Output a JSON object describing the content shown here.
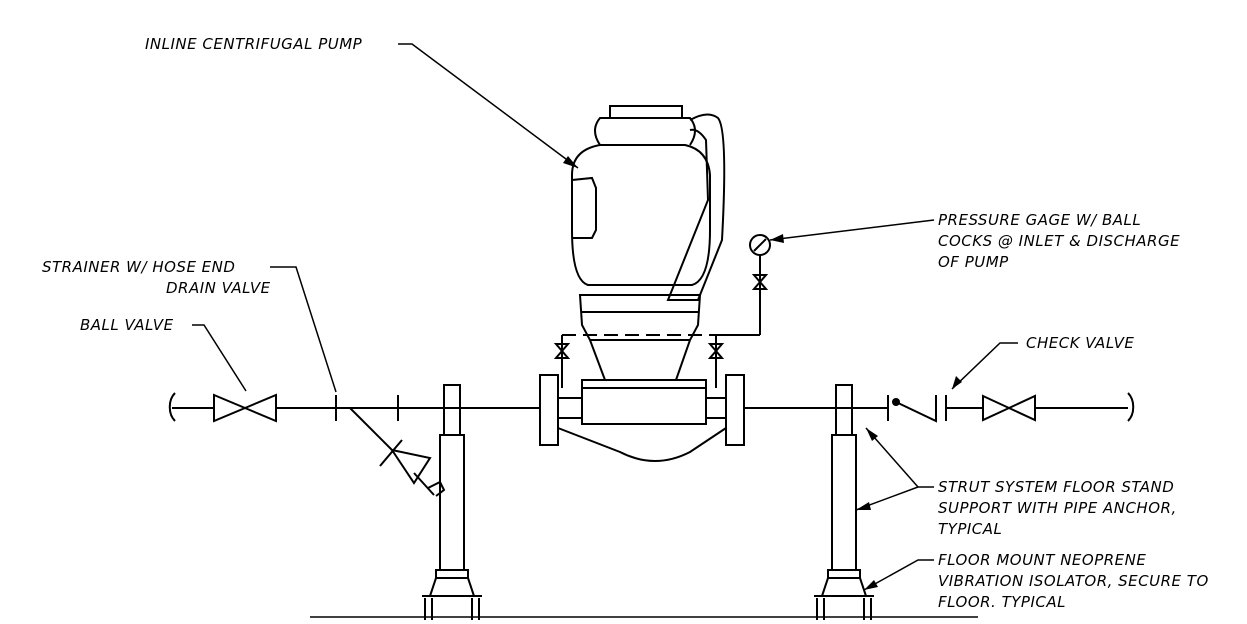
{
  "labels": {
    "pump": "INLINE CENTRIFUGAL PUMP",
    "gage_line1": "PRESSURE GAGE W/ BALL",
    "gage_line2": "COCKS @ INLET & DISCHARGE",
    "gage_line3": "OF PUMP",
    "strainer_line1": "STRAINER W/ HOSE END",
    "strainer_line2": "DRAIN VALVE",
    "ball_valve": "BALL VALVE",
    "check_valve": "CHECK VALVE",
    "strut_line1": "STRUT SYSTEM FLOOR STAND",
    "strut_line2": "SUPPORT WITH PIPE ANCHOR,",
    "strut_line3": "TYPICAL",
    "isolator_line1": "FLOOR MOUNT NEOPRENE",
    "isolator_line2": "VIBRATION ISOLATOR, SECURE TO",
    "isolator_line3": "FLOOR. TYPICAL"
  }
}
